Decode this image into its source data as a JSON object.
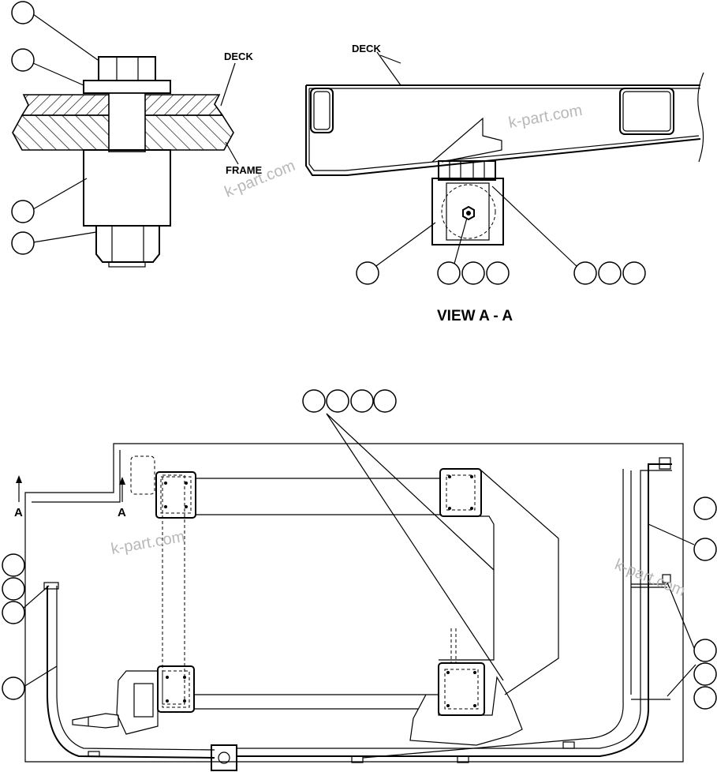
{
  "labels": {
    "deck_detail": "DECK",
    "frame_detail": "FRAME",
    "deck_view": "DECK",
    "view_title": "VIEW A - A",
    "section_a_left": "A",
    "section_a_right": "A"
  },
  "watermark": "k-part.com",
  "colors": {
    "line": "#000000",
    "watermark": "#b8b8b8",
    "background": "#ffffff"
  }
}
